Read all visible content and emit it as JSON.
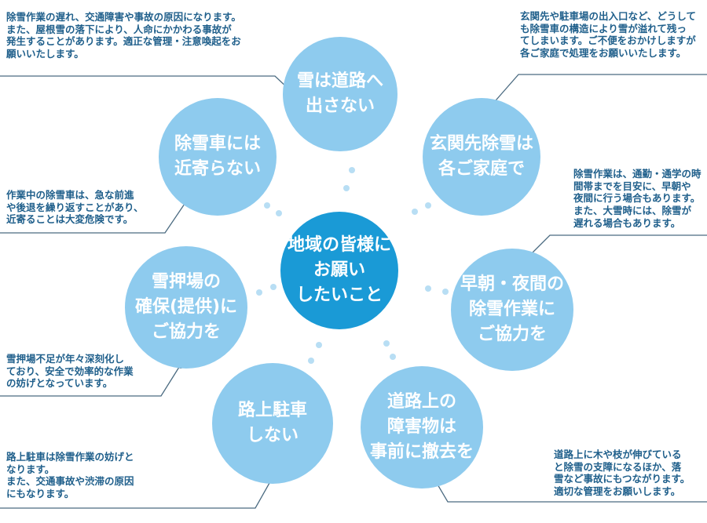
{
  "colors": {
    "center": "#1a9ad6",
    "circle": "#8ecbee",
    "text": "#1f5f8b",
    "line": "#4a6a80"
  },
  "center": {
    "lines": [
      "地域の皆様に",
      "お願い",
      "したいこと"
    ]
  },
  "items": [
    {
      "lines": [
        "雪は道路へ",
        "出さない"
      ],
      "note": "除雪作業の遅れ、交通障害や事故の原因になります。\nまた、屋根雪の落下により、人命にかかわる事故が\n発生することがあります。適正な管理・注意喚起をお\n願いいたします。"
    },
    {
      "lines": [
        "玄関先除雪は",
        "各ご家庭で"
      ],
      "note": "玄関先や駐車場の出入口など、どうして\nも除雪車の構造により雪が溢れて残っ\nてしまいます。ご不便をおかけしますが\n各ご家庭で処理をお願いいたします。"
    },
    {
      "lines": [
        "早朝・夜間の",
        "除雪作業に",
        "ご協力を"
      ],
      "note": "除雪作業は、通勤・通学の時\n間帯までを目安に、早朝や\n夜間に行う場合もあります。\nまた、大雪時には、除雪が\n遅れる場合もあります。"
    },
    {
      "lines": [
        "道路上の",
        "障害物は",
        "事前に撤去を"
      ],
      "note": "道路上に木や枝が伸びている\nと除雪の支障になるほか、落\n雪など事故にもつながります。\n適切な管理をお願いします。"
    },
    {
      "lines": [
        "路上駐車",
        "しない"
      ],
      "note": "路上駐車は除雪作業の妨げと\nなります。\nまた、交通事故や渋滞の原因\nにもなります。"
    },
    {
      "lines": [
        "雪押場の",
        "確保(提供)に",
        "ご協力を"
      ],
      "note": "雪押場不足が年々深刻化し\nており、安全で効率的な作業\nの妨げとなっています。"
    },
    {
      "lines": [
        "除雪車には",
        "近寄らない"
      ],
      "note": "作業中の除雪車は、急な前進\nや後退を繰り返すことがあり、\n近寄ることは大変危険です。"
    }
  ]
}
